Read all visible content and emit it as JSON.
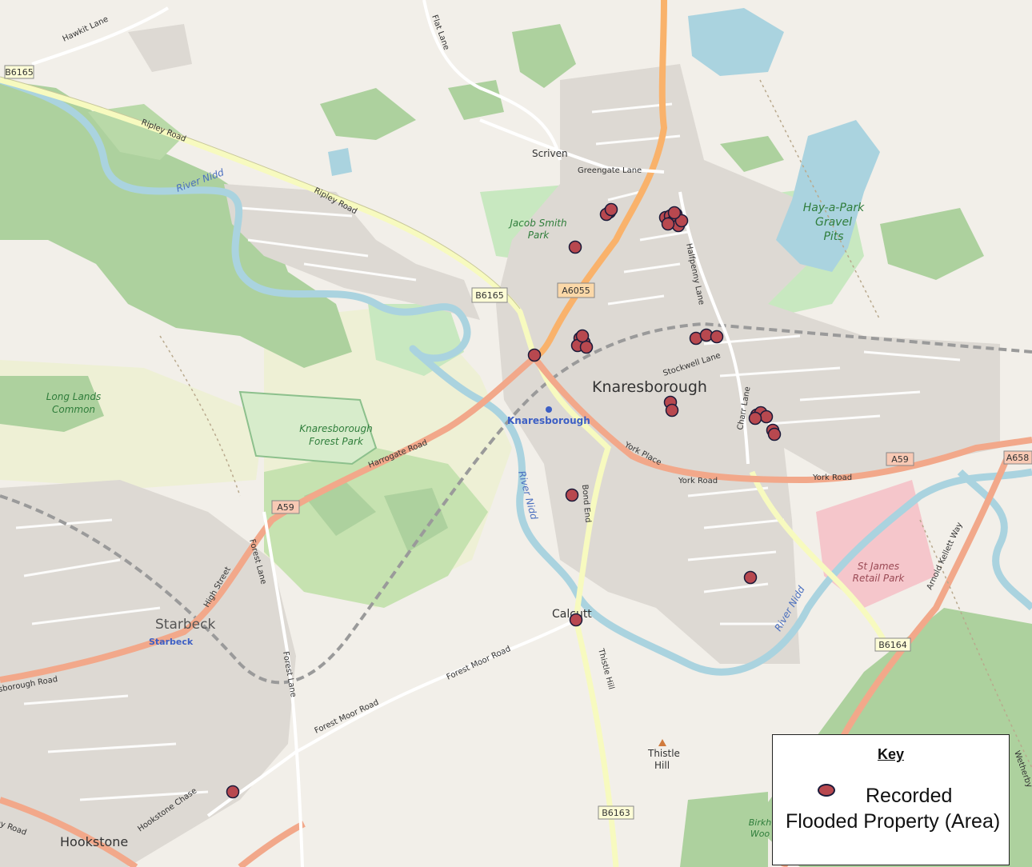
{
  "map": {
    "town_label": "Knaresborough",
    "station_label": "Knaresborough",
    "place_labels": {
      "scriven": "Scriven",
      "starbeck": "Starbeck",
      "starbeck_station": "Starbeck",
      "calcutt": "Calcutt",
      "hookstone": "Hookstone",
      "thistle_hill": "Thistle",
      "thistle_hill_2": "Hill"
    },
    "road_labels": {
      "hawkit_lane": "Hawkit Lane",
      "flat_lane": "Flat Lane",
      "b6165_nw": "B6165",
      "b6165_center": "B6165",
      "ripley_road_1": "Ripley Road",
      "ripley_road_2": "Ripley Road",
      "greengate_lane": "Greengate Lane",
      "a6055": "A6055",
      "halfpenny_lane": "Halfpenny Lane",
      "stockwell_lane": "Stockwell Lane",
      "charr_lane": "Charr Lane",
      "harrogate_road": "Harrogate Road",
      "a59_west": "A59",
      "a59_east": "A59",
      "a658": "A658",
      "york_place": "York Place",
      "york_road_1": "York Road",
      "york_road_2": "York Road",
      "high_street": "High Street",
      "forest_lane_1": "Forest Lane",
      "forest_lane_2": "Forest Lane",
      "forest_moor_road_1": "Forest Moor Road",
      "forest_moor_road_2": "Forest Moor Road",
      "hookstone_chase": "Hookstone Chase",
      "thistle_hill_road": "Thistle Hill",
      "b6163_south": "B6163",
      "b6164": "B6164",
      "arnold_kellett_way": "Arnold Kellett Way",
      "bond_end": "Bond End",
      "knaresborough_road_w": "Knaresborough Road",
      "wetherby_road": "Wetherby Road",
      "wetherby_road_e": "Wetherby"
    },
    "water_labels": {
      "river_nidd_nw": "River Nidd",
      "river_nidd_center": "River Nidd",
      "river_nidd_se": "River Nidd"
    },
    "park_labels": {
      "jacob_smith_park": "Jacob Smith",
      "jacob_smith_park_2": "Park",
      "hay_a_park": "Hay-a-Park",
      "hay_a_park_2": "Gravel",
      "hay_a_park_3": "Pits",
      "long_lands_common": "Long Lands",
      "long_lands_common_2": "Common",
      "knaresborough_forest_park": "Knaresborough",
      "knaresborough_forest_park_2": "Forest Park",
      "st_james_retail_park": "St James",
      "st_james_retail_park_2": "Retail Park",
      "birkham_wood": "Birkh",
      "birkham_wood_2": "Woo"
    },
    "colors": {
      "land": "#f2efe9",
      "urban": "#ddd9d3",
      "wood": "#add19e",
      "park": "#c8e8c0",
      "water": "#aad3df",
      "primary_road": "#f2a88a",
      "trunk_road": "#f9b26b",
      "secondary_road": "#f7fabf",
      "railway": "#999999",
      "marker_fill": "#b8484f",
      "marker_stroke": "#1b1b3a",
      "retail": "#f5c6cb"
    }
  },
  "key": {
    "title": "Key",
    "entry_line1": "Recorded",
    "entry_rest": "Flooded Property (Area)"
  }
}
